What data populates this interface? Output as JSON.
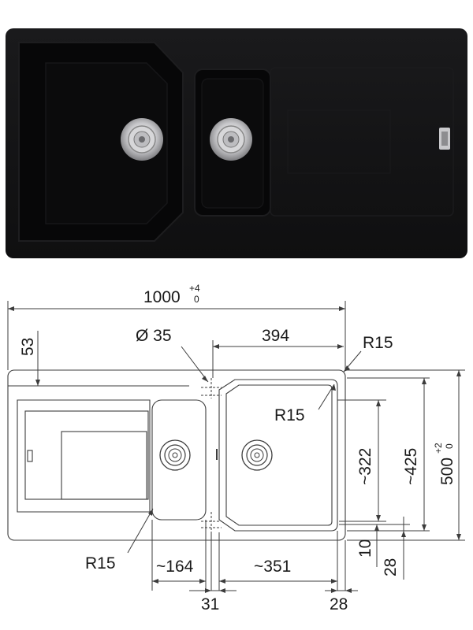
{
  "photo": {
    "colors": {
      "sink_body": "#111113",
      "bowl": "#0b0b0c",
      "drain": "#c9c9cc"
    },
    "icons": [
      "drain-icon",
      "drain-icon",
      "overflow-icon"
    ]
  },
  "dimensions": {
    "overall_width": "1000",
    "overall_width_tol_upper": "+4",
    "overall_width_tol_lower": "0",
    "overall_depth": "500",
    "overall_depth_tol_upper": "+2",
    "overall_depth_tol_lower": "0",
    "edge_offset": "53",
    "tap_hole": "Ø 35",
    "big_bowl_width": "394",
    "corner_radius_top": "R15",
    "corner_radius_inner": "R15",
    "corner_radius_bottom": "R15",
    "big_bowl_depth": "~322",
    "bowl_outer_depth": "~425",
    "small_bowl_width": "~164",
    "big_bowl_inner_width": "~351",
    "gap_bottom_left": "31",
    "gap_bottom_right": "28",
    "offset_10": "10",
    "offset_28": "28"
  },
  "colors": {
    "line": "#3c3c3c",
    "text": "#1a1a1a"
  }
}
